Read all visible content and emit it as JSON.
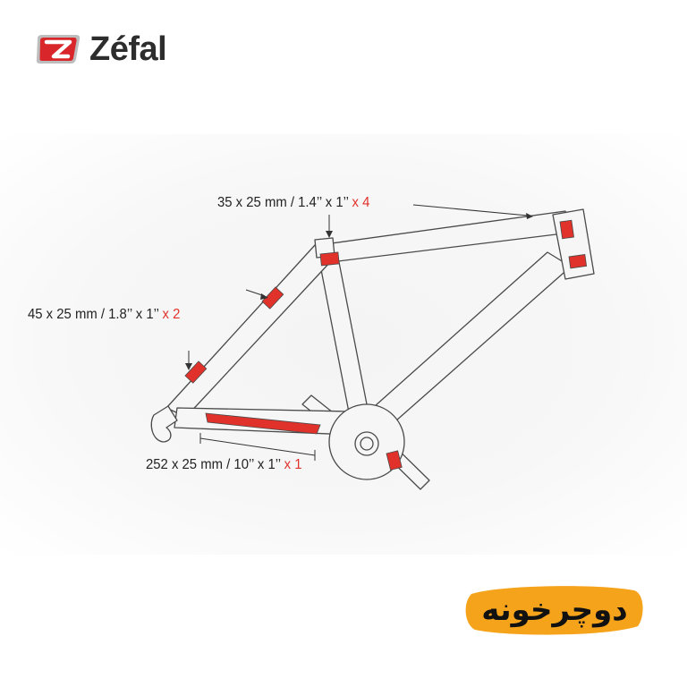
{
  "brand": {
    "name": "Zéfal",
    "logo_icon": "zefal-z-badge-icon",
    "logo_color": "#d8262a"
  },
  "labels": {
    "top_tube": {
      "size": "35 x 25 mm / 1.4’’ x 1’’",
      "qty": "x 4"
    },
    "down_tube": {
      "size": "45 x 25 mm / 1.8’’ x 1’’",
      "qty": "x 2"
    },
    "chainstay": {
      "size": "252 x 25 mm / 10’’ x 1’’",
      "qty": "x 1"
    }
  },
  "shop_watermark": {
    "text": "دوچرخونه",
    "background": "#f6a31c"
  },
  "colors": {
    "frame_fill": "#f6f6f6",
    "frame_outline": "#4a4a4a",
    "protector": "#e0322a",
    "quantity_text": "#e0322a"
  }
}
